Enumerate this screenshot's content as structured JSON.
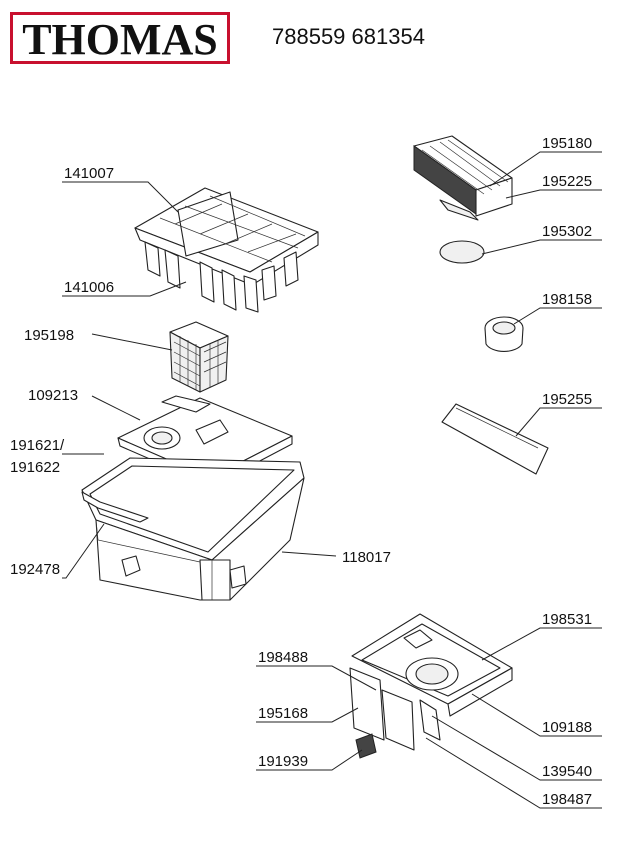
{
  "header": {
    "brand": "THOMAS",
    "part_numbers": "788559 681354"
  },
  "labels": {
    "l141007": "141007",
    "l141006": "141006",
    "l195198": "195198",
    "l109213": "109213",
    "l191621": "191621/",
    "l191622": "191622",
    "l192478": "192478",
    "l118017": "118017",
    "l195180": "195180",
    "l195225": "195225",
    "l195302": "195302",
    "l198158": "198158",
    "l195255": "195255",
    "l198531": "198531",
    "l198488": "198488",
    "l195168": "195168",
    "l191939": "191939",
    "l109188": "109188",
    "l139540": "139540",
    "l198487": "198487"
  },
  "colors": {
    "logo_border": "#c8102e",
    "logo_text": "#111111"
  }
}
